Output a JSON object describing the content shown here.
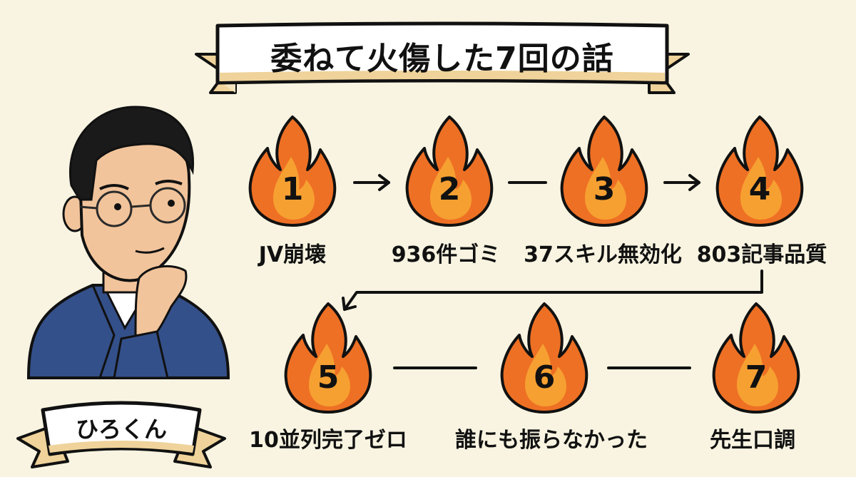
{
  "title": "委ねて火傷した7回の話",
  "character": {
    "name": "ひろくん",
    "description": "Illustrated man with glasses and navy jacket, hand on chin thinking"
  },
  "colors": {
    "background": "#f8f4e1",
    "flame_outer": "#ee7024",
    "flame_inner": "#f6a032",
    "outline": "#111111",
    "banner_fill": "#ffffff",
    "banner_accent": "#efd39a",
    "jacket": "#34508a"
  },
  "incidents": [
    {
      "number": "1",
      "label": "JV崩壊"
    },
    {
      "number": "2",
      "label": "936件ゴミ"
    },
    {
      "number": "3",
      "label": "37スキル無効化"
    },
    {
      "number": "4",
      "label": "803記事品質"
    },
    {
      "number": "5",
      "label": "10並列完了ゼロ"
    },
    {
      "number": "6",
      "label": "誰にも振らなかった"
    },
    {
      "number": "7",
      "label": "先生口調"
    }
  ],
  "connectors": [
    {
      "from": "1",
      "to": "2",
      "type": "arrow"
    },
    {
      "from": "2",
      "to": "3",
      "type": "line"
    },
    {
      "from": "3",
      "to": "4",
      "type": "arrow"
    },
    {
      "from": "4",
      "to": "5",
      "type": "elbow-arrow"
    },
    {
      "from": "5",
      "to": "6",
      "type": "line"
    },
    {
      "from": "6",
      "to": "7",
      "type": "line"
    }
  ]
}
